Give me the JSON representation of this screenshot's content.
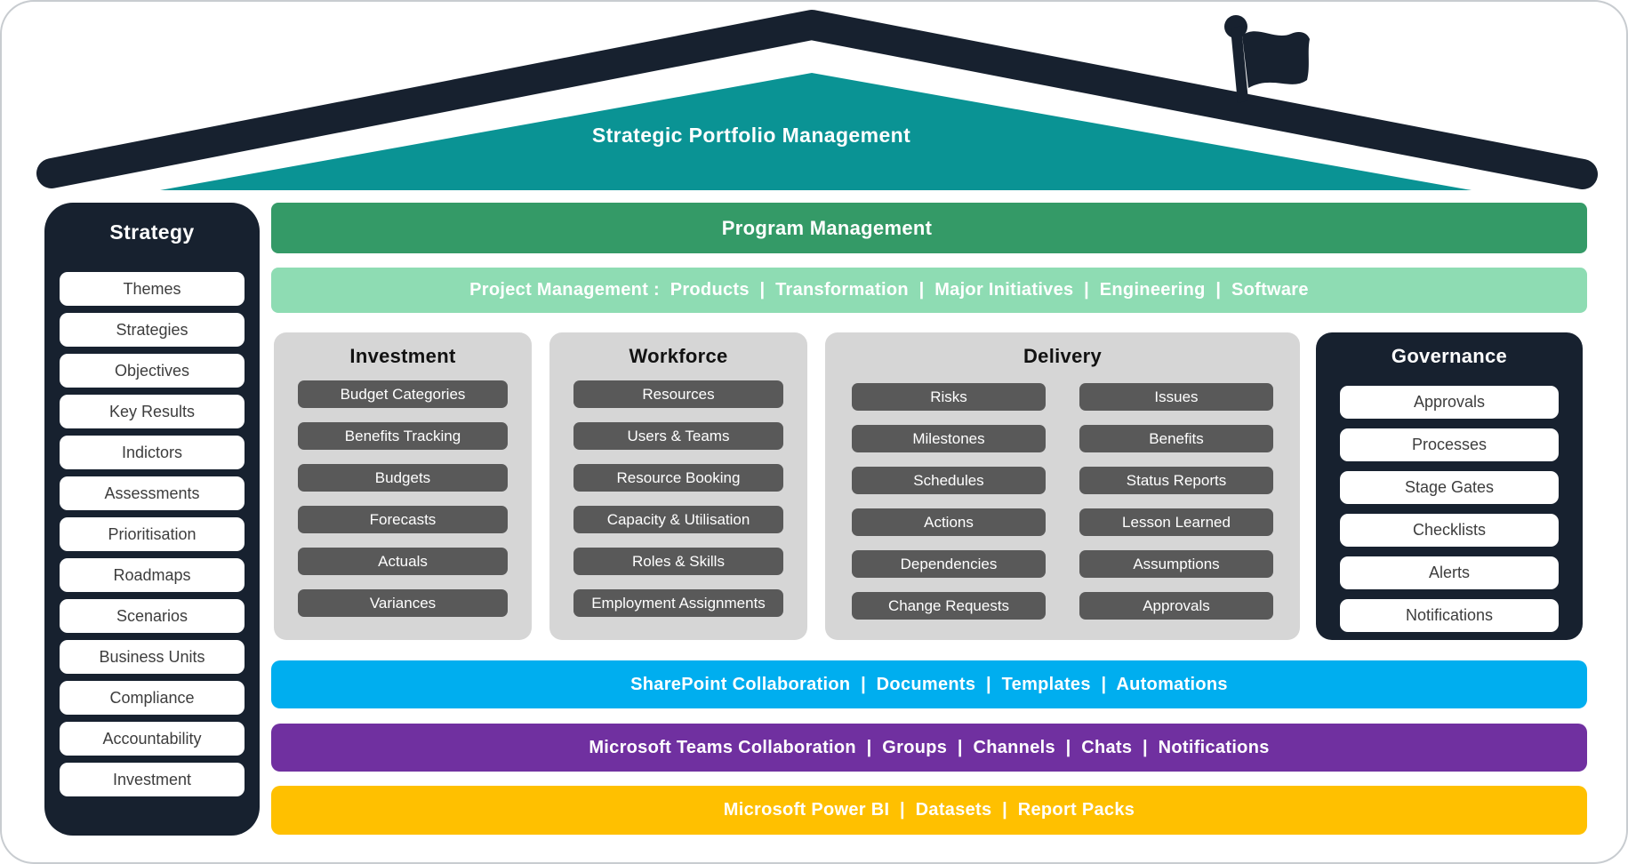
{
  "roof": {
    "title": "Strategic Portfolio Management"
  },
  "sidebar": {
    "title": "Strategy",
    "items": [
      "Themes",
      "Strategies",
      "Objectives",
      "Key Results",
      "Indictors",
      "Assessments",
      "Prioritisation",
      "Roadmaps",
      "Scenarios",
      "Business Units",
      "Compliance",
      "Accountability",
      "Investment"
    ]
  },
  "bars": {
    "program": "Program Management",
    "project": "Project Management :  Products  |  Transformation  |  Major Initiatives  |  Engineering  |  Software",
    "sharepoint": "SharePoint Collaboration  |  Documents  |  Templates  |  Automations",
    "teams": "Microsoft Teams Collaboration  |  Groups  |  Channels  |  Chats  |  Notifications",
    "powerbi": "Microsoft Power BI  |  Datasets  |  Report Packs"
  },
  "panels": {
    "investment": {
      "title": "Investment",
      "items": [
        "Budget Categories",
        "Benefits Tracking",
        "Budgets",
        "Forecasts",
        "Actuals",
        "Variances"
      ]
    },
    "workforce": {
      "title": "Workforce",
      "items": [
        "Resources",
        "Users & Teams",
        "Resource Booking",
        "Capacity & Utilisation",
        "Roles & Skills",
        "Employment Assignments"
      ]
    },
    "delivery": {
      "title": "Delivery",
      "items_left": [
        "Risks",
        "Milestones",
        "Schedules",
        "Actions",
        "Dependencies",
        "Change Requests"
      ],
      "items_right": [
        "Issues",
        "Benefits",
        "Status Reports",
        "Lesson Learned",
        "Assumptions",
        "Approvals"
      ]
    },
    "governance": {
      "title": "Governance",
      "items": [
        "Approvals",
        "Processes",
        "Stage Gates",
        "Checklists",
        "Alerts",
        "Notifications"
      ]
    }
  },
  "icons": {
    "flag": "flag-icon"
  },
  "colors": {
    "navy": "#17212F",
    "teal": "#0A9394",
    "green": "#349A67",
    "light_green": "#8EDCB3",
    "panel_gray": "#D6D6D6",
    "button_gray": "#595959",
    "sharepoint_blue": "#00AEEF",
    "teams_purple": "#7030A0",
    "powerbi_yellow": "#FFC000"
  }
}
